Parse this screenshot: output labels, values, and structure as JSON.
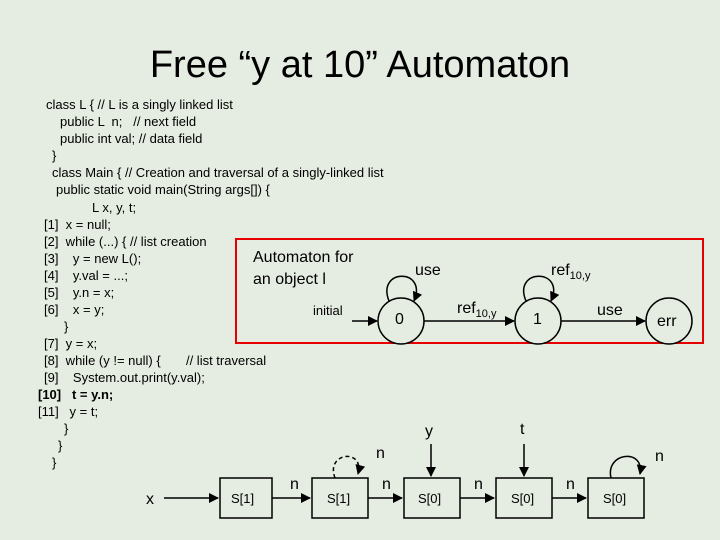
{
  "title": "Free “y at 10” Automaton",
  "code_lines": [
    "class L { // L is a singly linked list",
    "public L  n;   // next field",
    "public int val; // data field",
    "}",
    "class Main { // Creation and traversal of a singly-linked list",
    "public static void main(String args[]) {",
    "L x, y, t;",
    "[1]  x = null;",
    "[2]  while (...) { // list creation",
    "[3]    y = new L();",
    "[4]    y.val = ...;",
    "[5]    y.n = x;",
    "[6]    x = y;",
    "}",
    "[7]  y = x;",
    "[8]  while (y != null) {       // list traversal",
    "[9]    System.out.print(y.val);",
    "[10]   t = y.n;",
    "[11]   y = t;",
    "}",
    "}",
    "}"
  ],
  "automaton": {
    "heading_line1": "Automaton for",
    "heading_line2": "an object l",
    "initial_label": "initial",
    "states": [
      "0",
      "1",
      "err"
    ],
    "self_loop_label": "use",
    "transition_ref_label": "ref",
    "transition_ref_sub": "10,y",
    "loop_ref_label": "ref",
    "loop_ref_sub": "10,y",
    "use_to_err_label": "use"
  },
  "heap": {
    "vars": [
      "x",
      "y",
      "t"
    ],
    "nodes": [
      "S[1]",
      "S[1]",
      "S[0]",
      "S[0]",
      "S[0]"
    ],
    "edge_label": "n"
  }
}
